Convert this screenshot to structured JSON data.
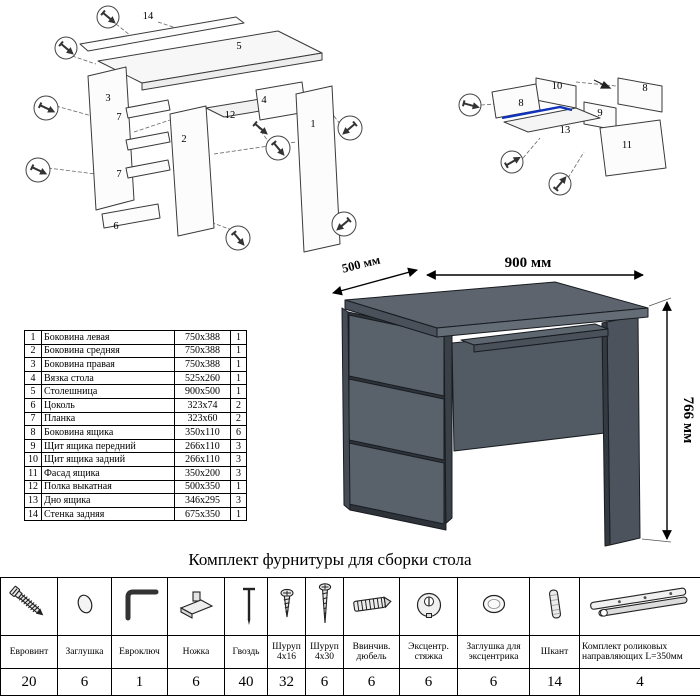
{
  "parts_table": {
    "rows": [
      {
        "num": "1",
        "name": "Боковина левая",
        "size": "750x388",
        "qty": "1"
      },
      {
        "num": "2",
        "name": "Боковина средняя",
        "size": "750x388",
        "qty": "1"
      },
      {
        "num": "3",
        "name": "Боковина правая",
        "size": "750x388",
        "qty": "1"
      },
      {
        "num": "4",
        "name": "Вязка стола",
        "size": "525x260",
        "qty": "1"
      },
      {
        "num": "5",
        "name": "Столешница",
        "size": "900x500",
        "qty": "1"
      },
      {
        "num": "6",
        "name": "Цоколь",
        "size": "323x74",
        "qty": "2"
      },
      {
        "num": "7",
        "name": "Планка",
        "size": "323x60",
        "qty": "2"
      },
      {
        "num": "8",
        "name": "Боковина ящика",
        "size": "350x110",
        "qty": "6"
      },
      {
        "num": "9",
        "name": "Щит ящика передний",
        "size": "266x110",
        "qty": "3"
      },
      {
        "num": "10",
        "name": "Щит ящика задний",
        "size": "266x110",
        "qty": "3"
      },
      {
        "num": "11",
        "name": "Фасад ящика",
        "size": "350x200",
        "qty": "3"
      },
      {
        "num": "12",
        "name": "Полка выкатная",
        "size": "500x350",
        "qty": "1"
      },
      {
        "num": "13",
        "name": "Дно ящика",
        "size": "346x295",
        "qty": "3"
      },
      {
        "num": "14",
        "name": "Стенка задняя",
        "size": "675x350",
        "qty": "1"
      }
    ]
  },
  "diagram_left": {
    "labels": [
      "14",
      "5",
      "3",
      "7",
      "4",
      "12",
      "2",
      "7",
      "1",
      "6"
    ]
  },
  "diagram_right": {
    "labels": [
      "10",
      "8",
      "8",
      "9",
      "13",
      "11"
    ]
  },
  "dimensions": {
    "depth": "500 мм",
    "width": "900 мм",
    "height": "766 мм"
  },
  "hardware": {
    "title": "Комплект фурнитуры для сборки стола",
    "items": [
      {
        "icon": "confirmat-screw",
        "label": "Евровинт",
        "qty": "20"
      },
      {
        "icon": "cap",
        "label": "Заглушка",
        "qty": "6"
      },
      {
        "icon": "hex-key",
        "label": "Евроключ",
        "qty": "1"
      },
      {
        "icon": "leg",
        "label": "Ножка",
        "qty": "6"
      },
      {
        "icon": "nail",
        "label": "Гвоздь",
        "qty": "40"
      },
      {
        "icon": "screw-4x16",
        "label": "Шуруп 4x16",
        "qty": "32"
      },
      {
        "icon": "screw-4x30",
        "label": "Шуруп 4x30",
        "qty": "6"
      },
      {
        "icon": "screw-in-dowel",
        "label": "Ввинчив. дюбель",
        "qty": "6"
      },
      {
        "icon": "cam-lock",
        "label": "Эксцентр. стяжка",
        "qty": "6"
      },
      {
        "icon": "cam-cap",
        "label": "Заглушка для эксцентрика",
        "qty": "6"
      },
      {
        "icon": "wood-dowel",
        "label": "Шкант",
        "qty": "14"
      },
      {
        "icon": "roller-slides",
        "label": "Комплект роликовых направляющих L=350мм",
        "qty": "4"
      }
    ]
  }
}
